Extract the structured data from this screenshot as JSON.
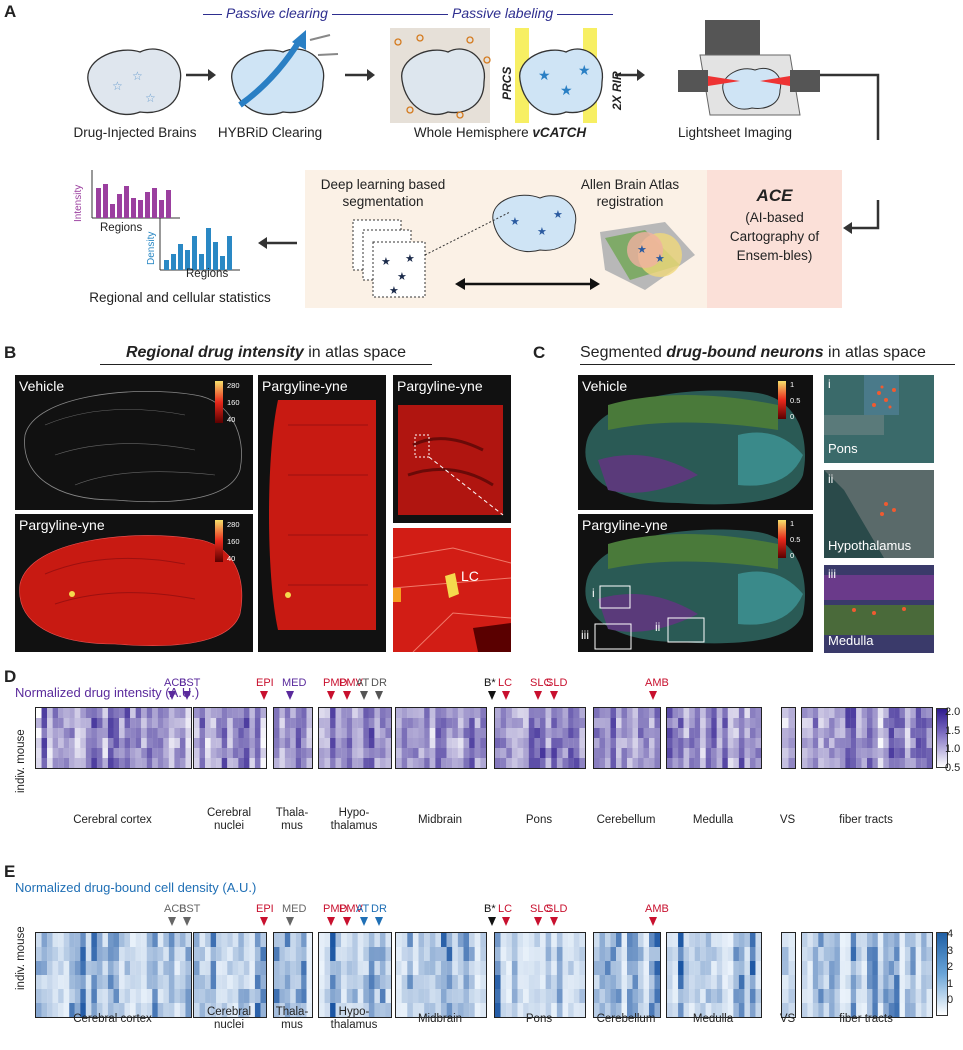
{
  "panels": {
    "a": "A",
    "b": "B",
    "c": "C",
    "d": "D",
    "e": "E"
  },
  "panelA": {
    "passive_clearing": "Passive clearing",
    "passive_labeling": "Passive labeling",
    "drug_injected": "Drug-Injected Brains",
    "hybrid": "HYBRiD Clearing",
    "whole_hemi": "Whole Hemisphere ",
    "vcatch": "vCATCH",
    "lightsheet": "Lightsheet Imaging",
    "prcs": "PRCS",
    "rir": "2X RIR",
    "deep_learning": "Deep learning based segmentation",
    "allen": "Allen Brain Atlas registration",
    "ace_title": "ACE",
    "ace_text": "(AI-based Cartography of Ensem-bles)",
    "intensity": "Intensity",
    "density": "Density",
    "regions1": "Regions",
    "regions2": "Regions",
    "stats": "Regional and cellular statistics"
  },
  "panelB": {
    "title_em": "Regional drug intensity",
    "title_rest": " in atlas space",
    "vehicle": "Vehicle",
    "pargyline1": "Pargyline-yne",
    "pargyline2": "Pargyline-yne",
    "pargyline3": "Pargyline-yne",
    "lc": "LC",
    "scale1": [
      "280",
      "160",
      "40"
    ],
    "scale2": [
      "280",
      "160",
      "40"
    ]
  },
  "panelC": {
    "title_pre": "Segmented ",
    "title_em": "drug-bound neurons",
    "title_rest": " in atlas space",
    "vehicle": "Vehicle",
    "pargyline": "Pargyline-yne",
    "scale1": [
      "1",
      "0.5",
      "0"
    ],
    "scale2": [
      "1",
      "0.5",
      "0"
    ],
    "roman": [
      "i",
      "ii",
      "iii"
    ],
    "insets": [
      {
        "num": "i",
        "name": "Pons"
      },
      {
        "num": "ii",
        "name": "Hypothalamus"
      },
      {
        "num": "iii",
        "name": "Medulla"
      }
    ]
  },
  "panelD": {
    "title": "Normalized drug intensity (A.U.)",
    "ylabel": "indiv. mouse",
    "colorbar": [
      "2.0",
      "1.5",
      "1.0",
      "0.5"
    ],
    "markers": [
      {
        "text": "ACB",
        "color": "#5a2a9c"
      },
      {
        "text": "BST",
        "color": "#5a2a9c"
      },
      {
        "text": "EPI",
        "color": "#c8102e"
      },
      {
        "text": "MED",
        "color": "#5a2a9c"
      },
      {
        "text": "PMD",
        "color": "#c8102e"
      },
      {
        "text": "PMV",
        "color": "#c8102e"
      },
      {
        "text": "AT",
        "color": "#555555"
      },
      {
        "text": "DR",
        "color": "#555555"
      },
      {
        "text": "B*",
        "color": "#111111"
      },
      {
        "text": "LC",
        "color": "#c8102e"
      },
      {
        "text": "SLC",
        "color": "#c8102e"
      },
      {
        "text": "SLD",
        "color": "#c8102e"
      },
      {
        "text": "AMB",
        "color": "#c8102e"
      }
    ]
  },
  "panelE": {
    "title": "Normalized drug-bound cell density (A.U.)",
    "ylabel": "indiv. mouse",
    "colorbar": [
      "4",
      "3",
      "2",
      "1",
      "0"
    ],
    "markers": [
      {
        "text": "ACB",
        "color": "#666666"
      },
      {
        "text": "BST",
        "color": "#666666"
      },
      {
        "text": "EPI",
        "color": "#c8102e"
      },
      {
        "text": "MED",
        "color": "#666666"
      },
      {
        "text": "PMD",
        "color": "#c8102e"
      },
      {
        "text": "PMV",
        "color": "#c8102e"
      },
      {
        "text": "AT",
        "color": "#1f6fb5"
      },
      {
        "text": "DR",
        "color": "#1f6fb5"
      },
      {
        "text": "B*",
        "color": "#111111"
      },
      {
        "text": "LC",
        "color": "#c8102e"
      },
      {
        "text": "SLC",
        "color": "#c8102e"
      },
      {
        "text": "SLD",
        "color": "#c8102e"
      },
      {
        "text": "AMB",
        "color": "#c8102e"
      }
    ]
  },
  "regions": [
    {
      "name": "Cerebral cortex"
    },
    {
      "name": "Cerebral nuclei"
    },
    {
      "name": "Thala-mus"
    },
    {
      "name": "Hypo-thalamus"
    },
    {
      "name": "Midbrain"
    },
    {
      "name": "Pons"
    },
    {
      "name": "Cerebellum"
    },
    {
      "name": "Medulla"
    },
    {
      "name": "VS"
    },
    {
      "name": "fiber tracts"
    }
  ],
  "colors": {
    "purple": "#5a2a9c",
    "blue": "#1f6fb5",
    "red": "#c8102e",
    "navy": "#2e2e8f"
  }
}
